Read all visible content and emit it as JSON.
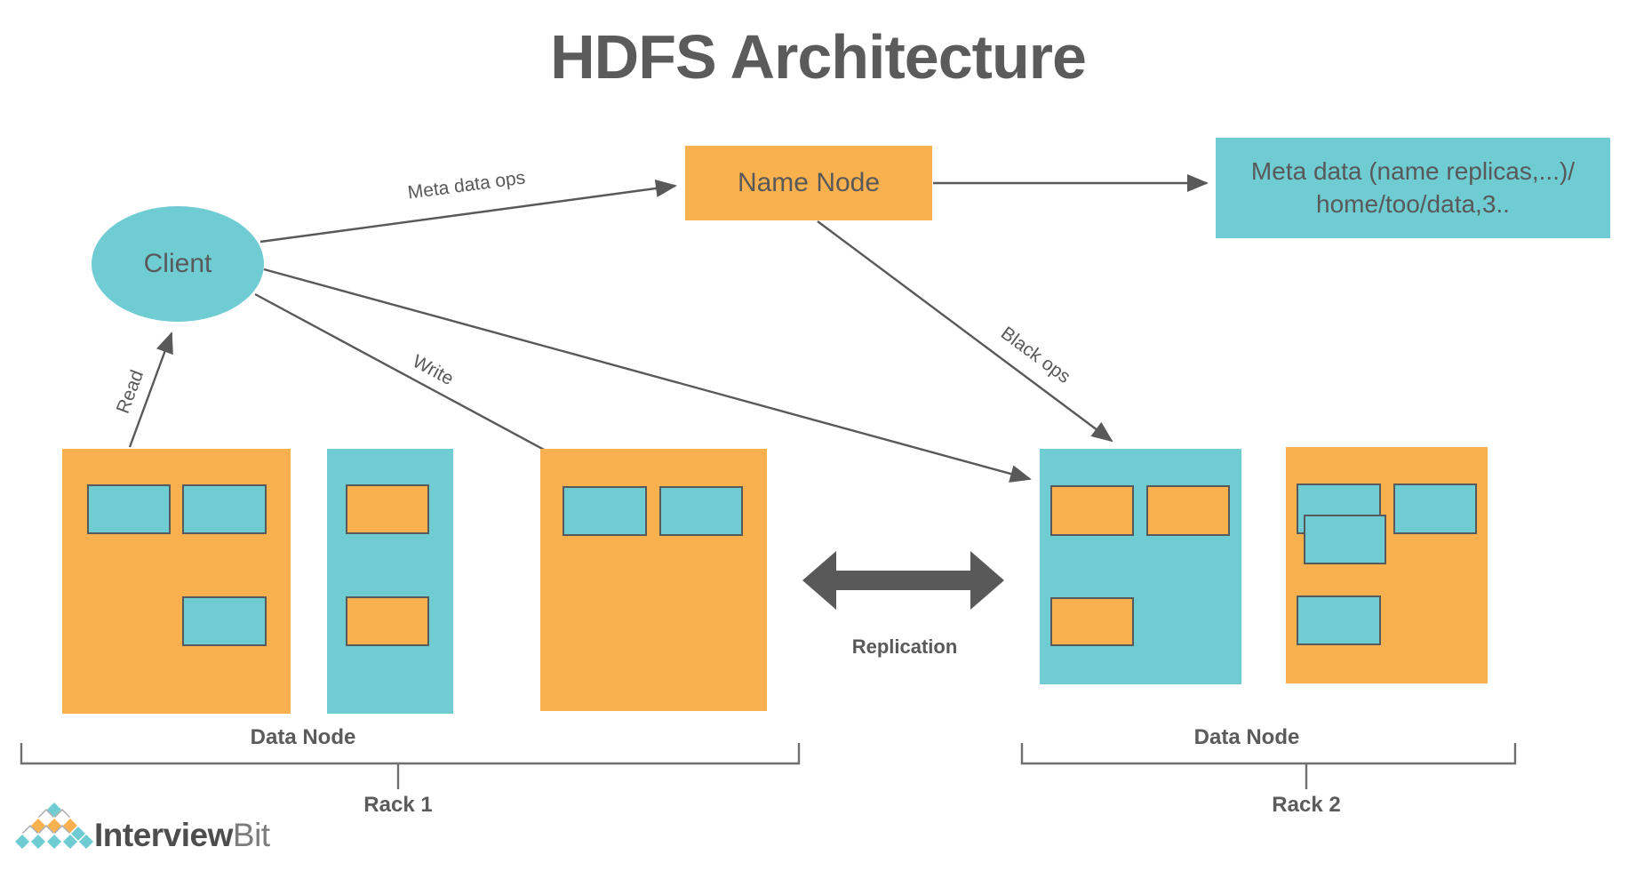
{
  "title": "HDFS Architecture",
  "colors": {
    "orange": "#F9B04E",
    "teal": "#6FCCD3",
    "line": "#595959",
    "text": "#595959",
    "logo_dark": "#4D4D4D",
    "logo_light": "#7C7C7C"
  },
  "nodes": {
    "client": {
      "label": "Client"
    },
    "name_node": {
      "label": "Name Node"
    },
    "meta_data": {
      "line1": "Meta data (name replicas,...)/",
      "line2": "home/too/data,3.."
    }
  },
  "edge_labels": {
    "meta_data_ops": "Meta data ops",
    "read": "Read",
    "write": "Write",
    "black_ops": "Black ops",
    "replication": "Replication"
  },
  "racks": {
    "rack1": {
      "data_node": "Data Node",
      "name": "Rack 1"
    },
    "rack2": {
      "data_node": "Data Node",
      "name": "Rack 2"
    }
  },
  "logo": {
    "brand_bold": "Interview",
    "brand_light": "Bit"
  }
}
